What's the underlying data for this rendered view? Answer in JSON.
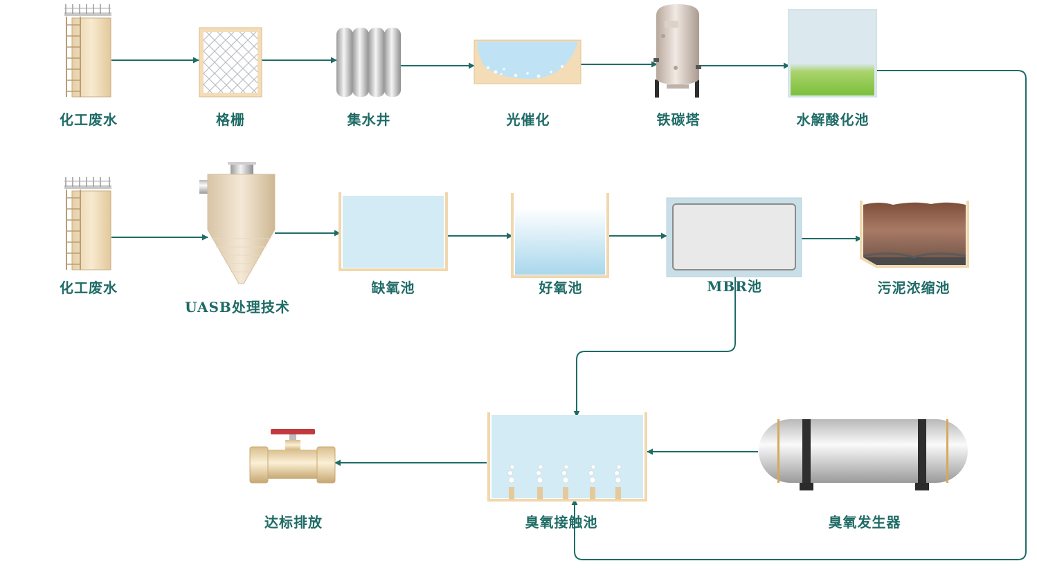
{
  "colors": {
    "arrow": "#1f6b66",
    "label": "#1f6b66",
    "beige": "#f2dcb8",
    "water": "#d2ebf5",
    "sludge": "#8a5a44"
  },
  "nodes": {
    "ww1": "化工废水",
    "grid": "格栅",
    "sump": "集水井",
    "photo": "光催化",
    "fec": "铁碳塔",
    "hydro": "水解酸化池",
    "ww2": "化工废水",
    "uasb": "UASB处理技术",
    "anoxic": "缺氧池",
    "aerobic": "好氧池",
    "mbr": "MBR池",
    "sludge": "污泥浓缩池",
    "ozone_contact": "臭氧接触池",
    "ozone_gen": "臭氧发生器",
    "discharge": "达标排放"
  }
}
